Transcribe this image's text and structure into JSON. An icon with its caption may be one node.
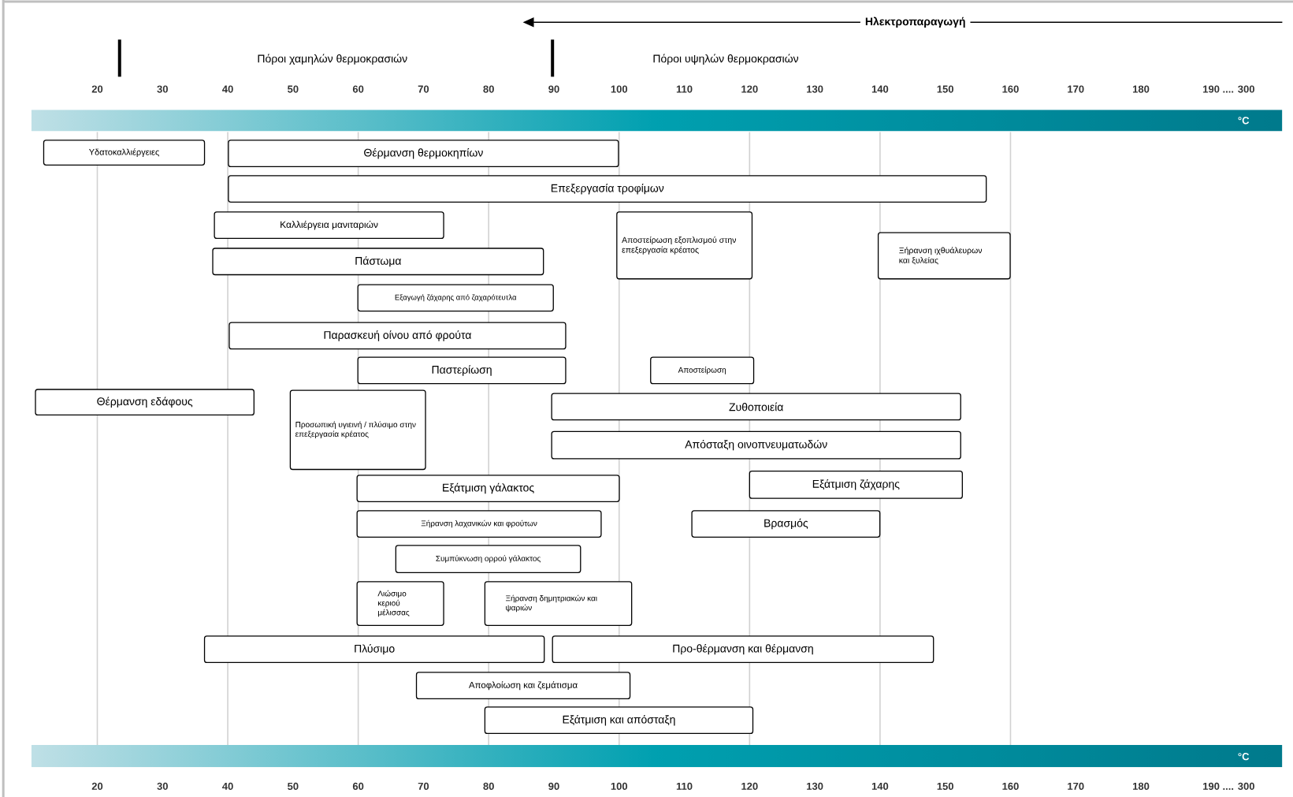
{
  "diagram": {
    "nodes": [
      {
        "text": [
          "Υδατοκαλλιέργειες"
        ]
      },
      {
        "text": [
          "Θέρμανση θερμοκηπίων"
        ]
      },
      {
        "text": [
          "Επεξεργασία τροφίμων"
        ]
      },
      {
        "text": [
          "Καλλιέργεια μανιταριών"
        ]
      },
      {
        "text": [
          "Αποστείρωση εξοπλισμού στην επεξεργασία κρέατος"
        ]
      },
      {
        "text": [
          "Ξήρανση ιχθυάλευρων και ξυλείας"
        ]
      },
      {
        "text": [
          "Πάστωμα"
        ]
      },
      {
        "text": [
          "Εξαγωγή ζάχαρης από ζαχαρότευτλα"
        ]
      },
      {
        "text": [
          "Παρασκευή οίνου  από φρούτα"
        ]
      },
      {
        "text": [
          "Παστερίωση"
        ]
      },
      {
        "text": [
          "Αποστείρωση"
        ]
      },
      {
        "text": [
          "Θέρμανση εδάφους"
        ]
      },
      {
        "text": [
          "Προσωπική υγιεινή / πλύσιμο στην επεξεργασία κρέατος"
        ]
      },
      {
        "text": [
          "Ζυθοποιεία"
        ]
      },
      {
        "text": [
          "Απόσταξη οινοπνευματωδών"
        ]
      },
      {
        "text": [
          "Εξάτμιση γάλακτος"
        ]
      },
      {
        "text": [
          "Εξάτμιση ζάχαρης"
        ]
      },
      {
        "text": [
          "Ξήρανση λαχανικών και φρούτων"
        ]
      },
      {
        "text": [
          "Βρασμός"
        ]
      },
      {
        "text": [
          "Συμπύκνωση ορρού γάλακτος"
        ]
      },
      {
        "text": [
          "Λιώσιμο κεριού μέλισσας"
        ]
      },
      {
        "text": [
          "Ξήρανση δημητριακών και ψαριών"
        ]
      },
      {
        "text": [
          "Πλύσιμο"
        ]
      },
      {
        "text": [
          "Προ-θέρμανση και θέρμανση"
        ]
      },
      {
        "text": [
          "Αποφλοίωση και ζεμάτισμα"
        ]
      },
      {
        "text": [
          "Εξάτμιση και απόσταξη"
        ]
      }
    ],
    "labels": [
      "Ηλεκτροπαραγωγή",
      "Πόροι χαμηλών θερμοκρασιών",
      "Πόροι υψηλών θερμοκρασιών",
      "20",
      "30",
      "40",
      "50",
      "60",
      "70",
      "80",
      "90",
      "100",
      "110",
      "120",
      "130",
      "140",
      "150",
      "160",
      "170",
      "180",
      "190 .... 300",
      "°C",
      "°C",
      "20",
      "30",
      "40",
      "50",
      "60",
      "70",
      "80",
      "90",
      "100",
      "110",
      "120",
      "130",
      "140",
      "150",
      "160",
      "170",
      "180",
      "190 .... 300"
    ]
  }
}
